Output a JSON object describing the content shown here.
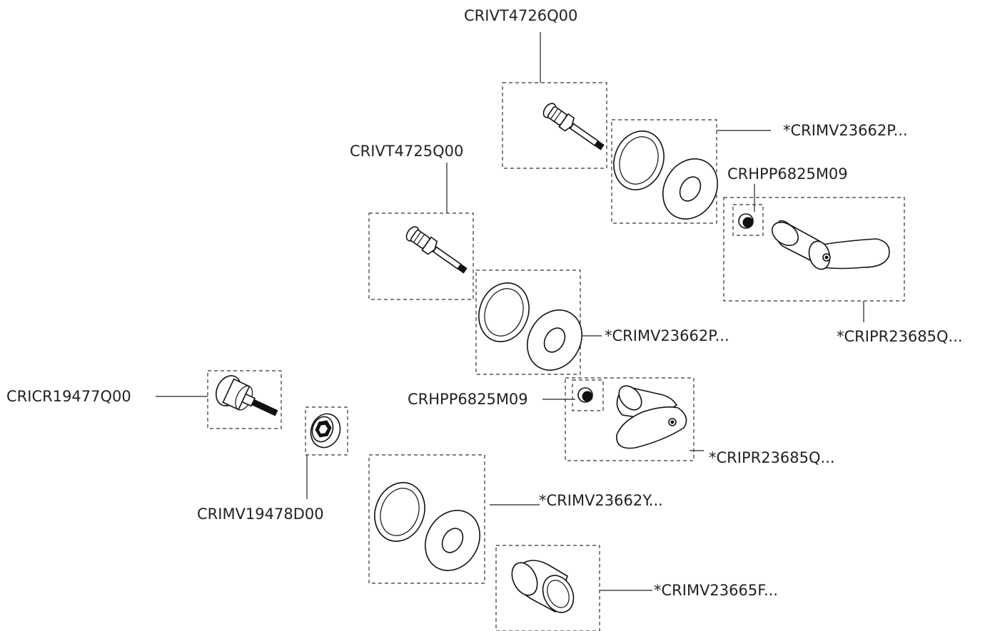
{
  "colors": {
    "line": "#222222",
    "background": "#ffffff"
  },
  "labels": {
    "crivt4726": "CRIVT4726Q00",
    "crimv23662p_top": "*CRIMV23662P...",
    "crhpp6825_top": "CRHPP6825M09",
    "cripr23685_top": "*CRIPR23685Q...",
    "crivt4725": "CRIVT4725Q00",
    "crimv23662p_mid": "*CRIMV23662P...",
    "crhpp6825_mid": "CRHPP6825M09",
    "cripr23685_mid": "*CRIPR23685Q...",
    "cricr19477": "CRICR19477Q00",
    "crimv19478": "CRIMV19478D00",
    "crimv23662y": "*CRIMV23662Y...",
    "crimv23665f": "*CRIMV23665F..."
  }
}
